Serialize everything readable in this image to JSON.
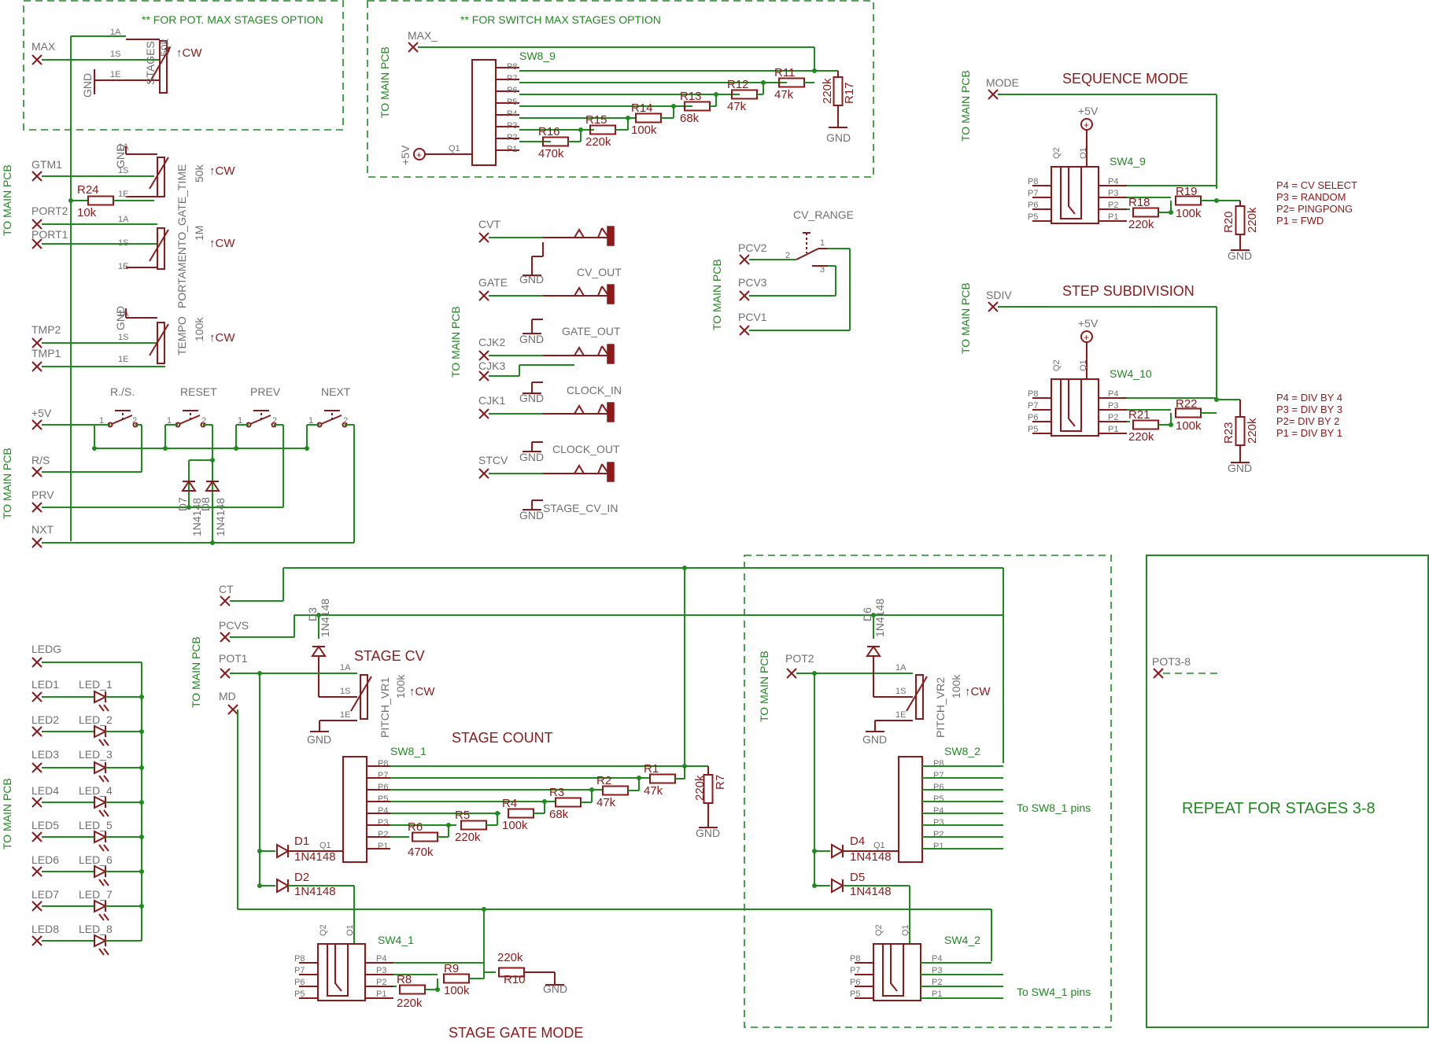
{
  "notes": {
    "pot_option": "** FOR POT. MAX STAGES OPTION",
    "switch_option": "** FOR SWITCH MAX STAGES OPTION",
    "repeat": "REPEAT FOR STAGES 3-8"
  },
  "headers": {
    "to_main_pcb": "TO MAIN PCB"
  },
  "titles": {
    "sequence_mode": "SEQUENCE MODE",
    "step_subdivision": "STEP SUBDIVISION",
    "stage_cv": "STAGE CV",
    "stage_count": "STAGE  COUNT",
    "stage_gate_mode": "STAGE GATE MODE"
  },
  "nets": {
    "max": "MAX",
    "max_": "MAX_",
    "gtm1": "GTM1",
    "port2": "PORT2",
    "port1": "PORT1",
    "tmp2": "TMP2",
    "tmp1": "TMP1",
    "p5v": "+5V",
    "rs": "R/S",
    "prv": "PRV",
    "nxt": "NXT",
    "cvt": "CVT",
    "gate": "GATE",
    "cjk2": "CJK2",
    "cjk3": "CJK3",
    "cjk1": "CJK1",
    "stcv": "STCV",
    "pcv2": "PCV2",
    "pcv3": "PCV3",
    "pcv1": "PCV1",
    "mode": "MODE",
    "sdiv": "SDIV",
    "ct": "CT",
    "pcvs": "PCVS",
    "pot1": "POT1",
    "md": "MD",
    "pot2": "POT2",
    "pot38": "POT3-8",
    "gnd": "GND",
    "cw": "CW"
  },
  "leds": {
    "nets": [
      "LEDG",
      "LED1",
      "LED2",
      "LED3",
      "LED4",
      "LED5",
      "LED6",
      "LED7",
      "LED8"
    ],
    "parts": [
      "LED_1",
      "LED_2",
      "LED_3",
      "LED_4",
      "LED_5",
      "LED_6",
      "LED_7",
      "LED_8"
    ]
  },
  "pots": {
    "stages": "STAGES",
    "stages_val": "50k",
    "portamento": "PORTAMENTO_GATE_TIME",
    "portamento_val1": "50k",
    "portamento_val2": "1M",
    "tempo": "TEMPO",
    "tempo_val": "100k",
    "vr1": "PITCH_VR1",
    "vr1_val": "100k",
    "vr2": "PITCH_VR2",
    "vr2_val": "100k",
    "pins": {
      "a": "1A",
      "s": "1S",
      "e": "1E"
    }
  },
  "buttons": {
    "labels": [
      "R./S.",
      "RESET",
      "PREV",
      "NEXT"
    ],
    "pin1": "1",
    "pin2": "2"
  },
  "diodes": {
    "d7": "D7",
    "d8": "D8",
    "d3": "D3",
    "d6": "D6",
    "d1": "D1",
    "d2": "D2",
    "d4": "D4",
    "d5": "D5",
    "part": "1N4148"
  },
  "jacks": {
    "cv_out": "CV_OUT",
    "gate_out": "GATE_OUT",
    "clock_in": "CLOCK_IN",
    "clock_out": "CLOCK_OUT",
    "stage_cv_in": "STAGE_CV_IN"
  },
  "cv_range": {
    "name": "CV_RANGE",
    "p1": "1",
    "p2": "2",
    "p3": "3"
  },
  "switches": {
    "sw8_9": "SW8_9",
    "sw8_1": "SW8_1",
    "sw8_2": "SW8_2",
    "sw4_9": "SW4_9",
    "sw4_10": "SW4_10",
    "sw4_1": "SW4_1",
    "sw4_2": "SW4_2",
    "pins8": [
      "P8",
      "P7",
      "P6",
      "P5",
      "P4",
      "P3",
      "P2",
      "P1"
    ],
    "pins4l": [
      "P8",
      "P7",
      "P6",
      "P5"
    ],
    "pins4r": [
      "P4",
      "P3",
      "P2",
      "P1"
    ],
    "q1": "Q1",
    "q2": "Q2"
  },
  "resistors": {
    "r11": "R11",
    "r12": "R12",
    "r13": "R13",
    "r14": "R14",
    "r15": "R15",
    "r16": "R16",
    "r17": "R17",
    "r18": "R18",
    "r19": "R19",
    "r20": "R20",
    "r21": "R21",
    "r22": "R22",
    "r23": "R23",
    "r24": "R24",
    "r1": "R1",
    "r2": "R2",
    "r3": "R3",
    "r4": "R4",
    "r5": "R5",
    "r6": "R6",
    "r7": "R7",
    "r8": "R8",
    "r9": "R9",
    "r10": "R10",
    "v47k": "47k",
    "v68k": "68k",
    "v100k": "100k",
    "v220k": "220k",
    "v470k": "470k",
    "v10k": "10k"
  },
  "legend_mode": [
    "P4 = CV SELECT",
    "P3 = RANDOM",
    "P2= PINGPONG",
    "P1 = FWD"
  ],
  "legend_div": [
    "P4 = DIV BY 4",
    "P3 = DIV BY 3",
    "P2= DIV BY 2",
    "P1 = DIV BY 1"
  ],
  "connect_notes": {
    "to_sw8_1": "To SW8_1 pins",
    "to_sw4_1": "To SW4_1 pins"
  }
}
